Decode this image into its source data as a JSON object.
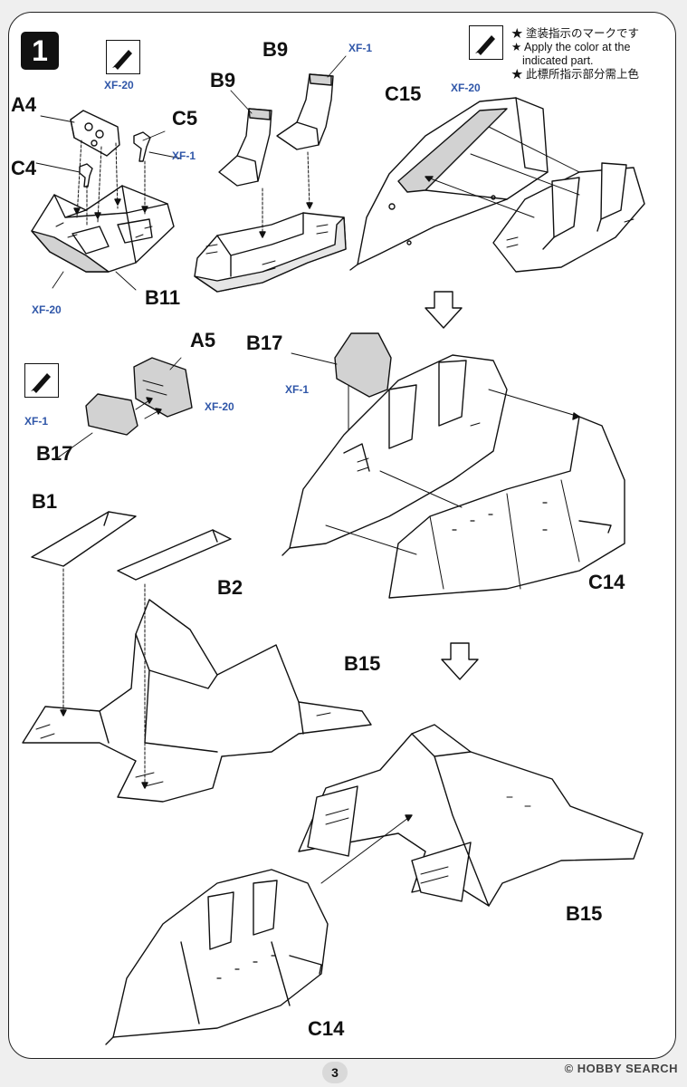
{
  "step_number": "1",
  "note": {
    "ja": "★ 塗装指示のマークです",
    "en_line1": "★ Apply the color at the",
    "en_line2": "indicated part.",
    "zh": "★ 此標所指示部分需上色"
  },
  "parts": {
    "a4": "A4",
    "c5": "C5",
    "c4": "C4",
    "b11": "B11",
    "b9_left": "B9",
    "b9_right": "B9",
    "c15": "C15",
    "a5": "A5",
    "b17_top": "B17",
    "b17_left": "B17",
    "b1": "B1",
    "b2": "B2",
    "b15_top": "B15",
    "c14_mid": "C14",
    "b15_bottom": "B15",
    "c14_bottom": "C14"
  },
  "colors": {
    "a4": "XF-20",
    "c5": "XF-1",
    "b11": "XF-20",
    "b9": "XF-1",
    "c15": "XF-20",
    "b17_top": "XF-1",
    "a5": "XF-20",
    "b17_left": "XF-1"
  },
  "icons": [
    "paint-brush-icon",
    "down-arrow-icon"
  ],
  "page_number": "3",
  "watermark": "© HOBBY SEARCH",
  "theme": {
    "ink": "#111111",
    "paint_code": "#2f56a8",
    "panel_fill": "#d2d2d2"
  }
}
